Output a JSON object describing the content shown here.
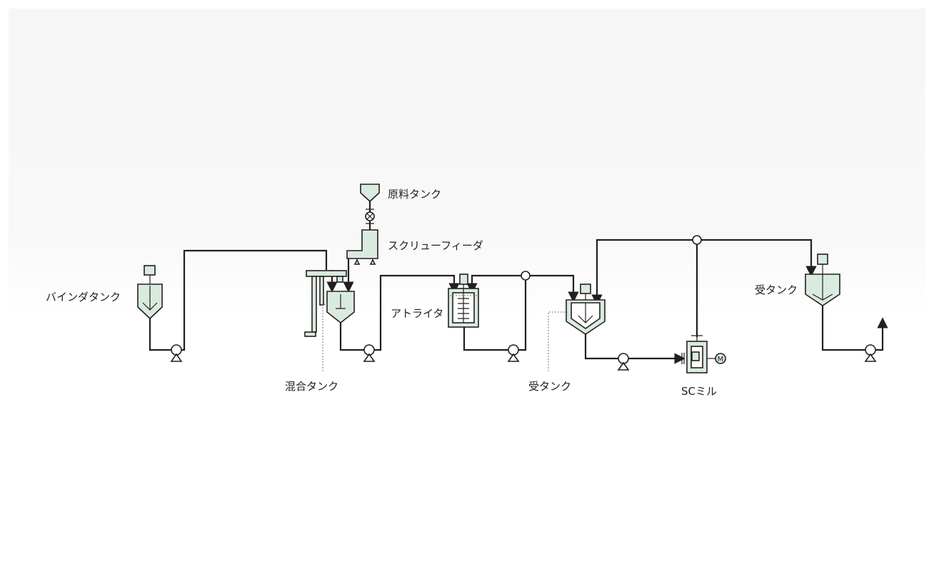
{
  "labels": {
    "raw_tank": "原料タンク",
    "screw_feeder": "スクリューフィーダ",
    "binder_tank": "バインダタンク",
    "mixing_tank": "混合タンク",
    "attritor": "アトライタ",
    "receiving_tank_1": "受タンク",
    "receiving_tank_2": "受タンク",
    "sc_mill": "SCミル",
    "motor": "M"
  },
  "colors": {
    "equipment_fill": "#d9ebde",
    "pipe": "#231f20",
    "background_top": "#f7f7f7",
    "background": "#ffffff",
    "leader_line": "#777777"
  }
}
